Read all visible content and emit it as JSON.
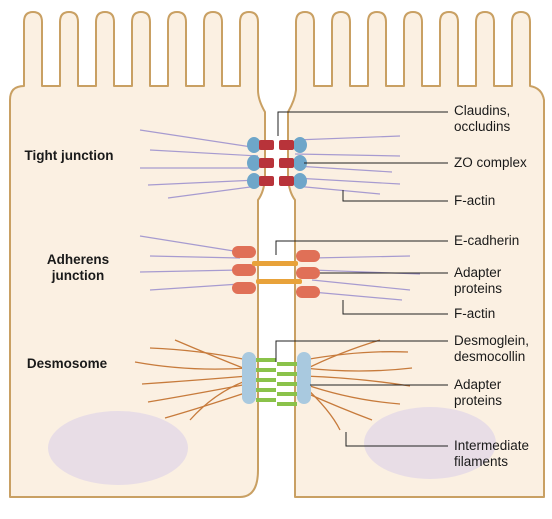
{
  "left_labels": {
    "tight": "Tight junction",
    "adherens_line1": "Adherens",
    "adherens_line2": "junction",
    "desmosome": "Desmosome"
  },
  "right_labels": {
    "claudins_line1": "Claudins,",
    "claudins_line2": "occludins",
    "zo": "ZO complex",
    "factin_1": "F-actin",
    "ecadherin": "E-cadherin",
    "adapter1_line1": "Adapter",
    "adapter1_line2": "proteins",
    "factin_2": "F-actin",
    "desmoglein_line1": "Desmoglein,",
    "desmoglein_line2": "desmocollin",
    "adapter2_line1": "Adapter",
    "adapter2_line2": "proteins",
    "intermediate_line1": "Intermediate",
    "intermediate_line2": "filaments"
  },
  "colors": {
    "cell_fill": "#fbf0e2",
    "cell_outline": "#c9a063",
    "nucleus": "#e8dde6",
    "tight_blue": "#6ea6c9",
    "tight_red": "#b8333a",
    "adherens_red": "#e07057",
    "adherens_orange": "#e8a23a",
    "factin": "#a79bd0",
    "desmo_blue": "#a9c9df",
    "desmo_green": "#8ac24a",
    "intermediate": "#c77b3c"
  }
}
